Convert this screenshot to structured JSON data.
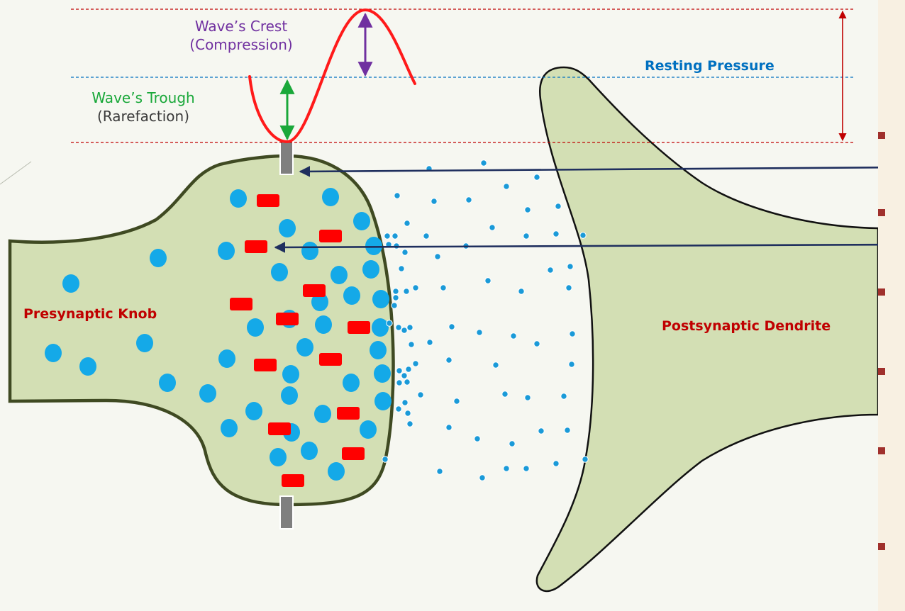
{
  "labels": {
    "crest_line1": "Wave’s Crest",
    "crest_line2": "(Compression)",
    "trough_line1": "Wave’s Trough",
    "trough_line2": "(Rarefaction)",
    "resting_pressure": "Resting Pressure",
    "presynaptic_knob": "Presynaptic Knob",
    "postsynaptic_dendrite": "Postsynaptic Dendrite"
  },
  "colors": {
    "background": "#f6f7f1",
    "membrane_fill": "#d3dfb4",
    "membrane_stroke": "#3f4a22",
    "dendrite_stroke": "#111111",
    "vesicle": "#14a9e8",
    "neurotransmitter": "#1a9ad8",
    "channel_protein": "#ff0000",
    "ion_channel": "#7f7f7f",
    "sound_wave": "#ff1a1a",
    "crest_color": "#7030a0",
    "trough_color": "#1aa83a",
    "resting_pressure_color": "#0070c0",
    "amplitude_arrow": "#c00000",
    "pointer_arrow": "#1f2f5e",
    "label_red": "#c00000",
    "side_panel": "#f8f0e2",
    "bullet": "#a0302c"
  },
  "side_panel": {
    "bullet_count": 6
  }
}
